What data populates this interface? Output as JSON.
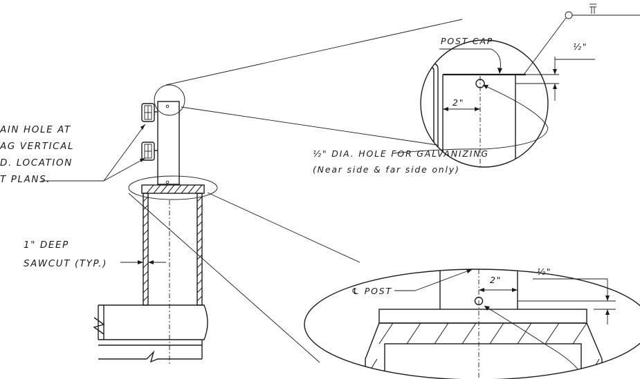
{
  "labels": {
    "drain_note_1": "AIN HOLE AT",
    "drain_note_2": "AG VERTICAL",
    "drain_note_3": "D. LOCATION",
    "drain_note_4": "T PLANS.",
    "deep_1": "1\" DEEP",
    "sawcut": "SAWCUT (TYP.)",
    "post_cap": "POST CAP",
    "half_inch_top": "½\"",
    "two_inch_top": "2\"",
    "galv_hole": "½\" DIA. HOLE FOR GALVANIZING",
    "near_far": "(Near side & far side only)",
    "cl_post": "℄ POST",
    "two_inch_bottom": "2\"",
    "half_inch_bottom": "½\""
  }
}
